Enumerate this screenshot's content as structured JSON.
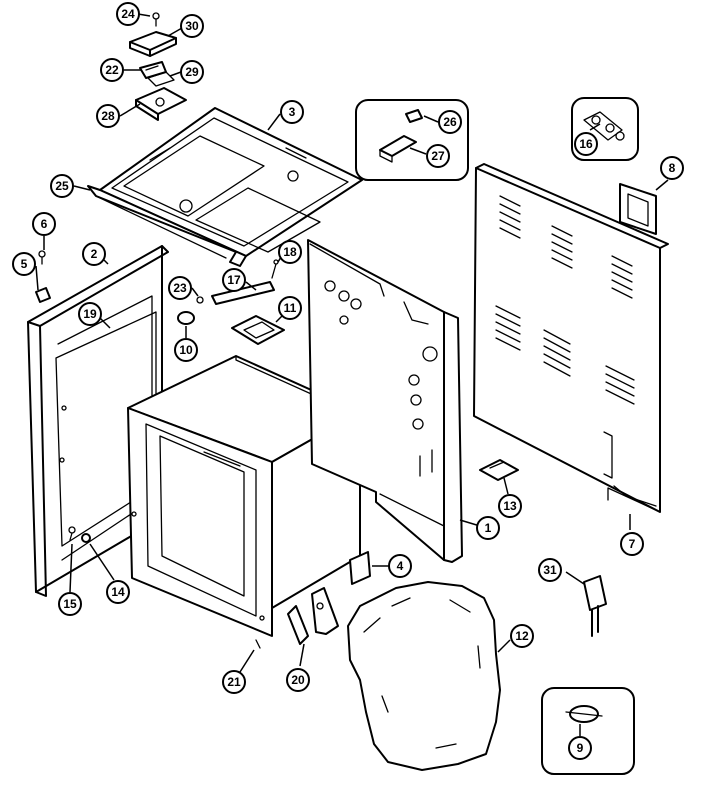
{
  "callouts": {
    "c1": "1",
    "c2": "2",
    "c3": "3",
    "c4": "4",
    "c5": "5",
    "c6": "6",
    "c7": "7",
    "c8": "8",
    "c9": "9",
    "c10": "10",
    "c11": "11",
    "c12": "12",
    "c13": "13",
    "c14": "14",
    "c15": "15",
    "c16": "16",
    "c17": "17",
    "c18": "18",
    "c19": "19",
    "c20": "20",
    "c21": "21",
    "c22": "22",
    "c23": "23",
    "c24": "24",
    "c26": "26",
    "c27": "27",
    "c28": "28",
    "c29": "29",
    "c30": "30",
    "c31": "31",
    "c25": "25",
    "c27b": "27",
    "c28b": "28"
  },
  "colors": {
    "ink": "#000000",
    "paper": "#ffffff"
  }
}
